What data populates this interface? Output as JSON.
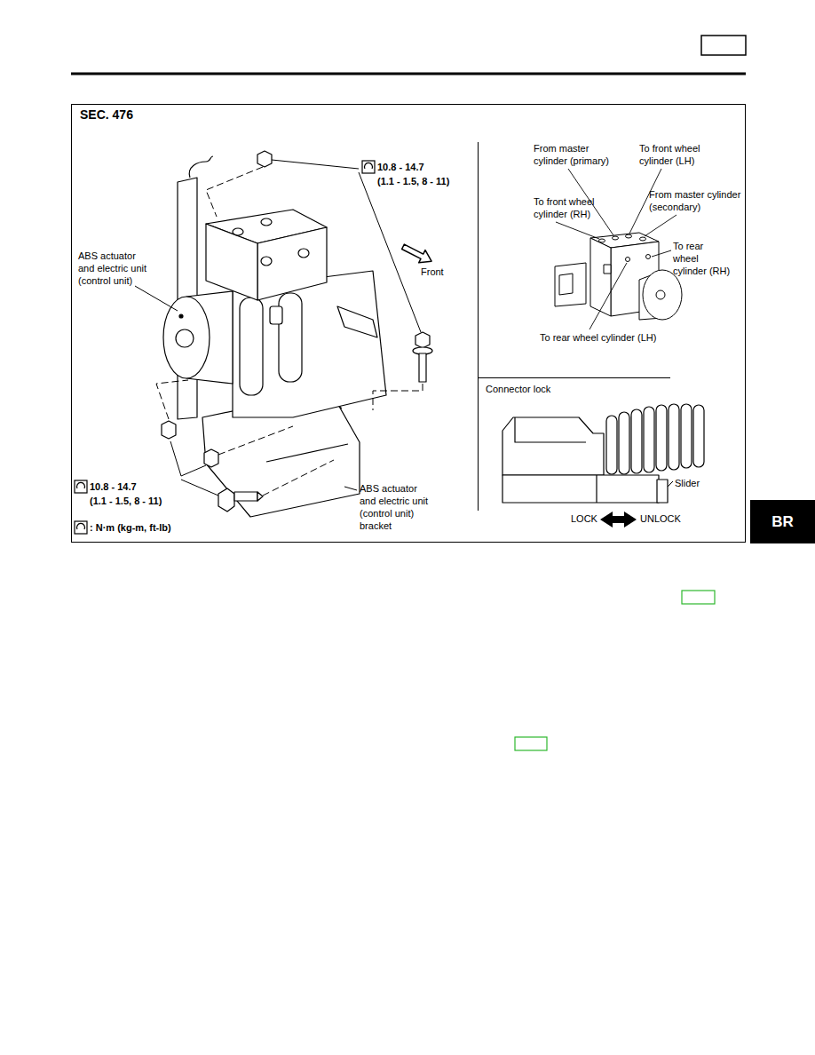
{
  "diagram": {
    "nodes": [
      {
        "text": [
          "BR"
        ]
      }
    ],
    "labels": [
      "SEC. 476",
      "10.8 - 14.7 (1.1 - 1.5, 8 - 11)",
      "ABS actuator and electric unit (control unit)",
      "Front",
      "10.8 - 14.7 (1.1 - 1.5, 8 - 11)",
      "ABS actuator and electric unit (control unit) bracket",
      ": N·m (kg-m, ft-lb)",
      "From master cylinder (primary)",
      "To front wheel cylinder (LH)",
      "From master cylinder (secondary)",
      "To front wheel cylinder (RH)",
      "To rear wheel cylinder (RH)",
      "To rear wheel cylinder (LH)",
      "Connector lock",
      "Slider",
      "LOCK",
      "UNLOCK"
    ]
  }
}
